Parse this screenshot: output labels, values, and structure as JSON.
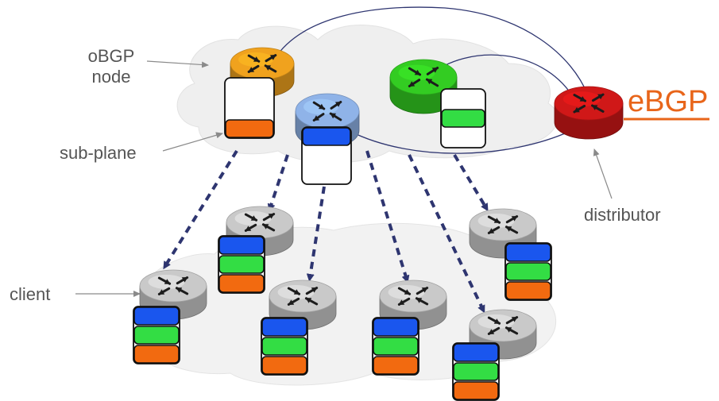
{
  "labels": {
    "obgp_line1": "oBGP",
    "obgp_line2": "node",
    "sub_plane": "sub-plane",
    "distributor": "distributor",
    "client": "client",
    "ebgp": "eBGP"
  },
  "colors": {
    "orange_router": "#f0a21e",
    "green_router": "#33cc22",
    "blue_router": "#8fb3e8",
    "red_router": "#d01818",
    "grey_router": "#c9c9c9",
    "slot_blue": "#1a56ee",
    "slot_green": "#33dd44",
    "slot_orange": "#f26a10",
    "arrow": "#2e3570",
    "ebgp_line": "#e8651a"
  },
  "icons": {
    "router": "router-icon",
    "route_table": "route-table-stack"
  },
  "route_reflectors": [
    {
      "id": "orange",
      "slots": [
        "empty",
        "empty",
        "orange"
      ]
    },
    {
      "id": "blue",
      "slots": [
        "blue",
        "empty",
        "empty"
      ]
    },
    {
      "id": "green",
      "slots": [
        "empty",
        "green",
        "empty"
      ]
    }
  ],
  "clients": [
    {
      "id": "client-1",
      "slots": [
        "blue",
        "green",
        "orange"
      ]
    },
    {
      "id": "client-2",
      "slots": [
        "blue",
        "green",
        "orange"
      ]
    },
    {
      "id": "client-3",
      "slots": [
        "blue",
        "green",
        "orange"
      ]
    },
    {
      "id": "client-4",
      "slots": [
        "blue",
        "green",
        "orange"
      ]
    },
    {
      "id": "client-5",
      "slots": [
        "blue",
        "green",
        "orange"
      ]
    },
    {
      "id": "client-6",
      "slots": [
        "blue",
        "green",
        "orange"
      ]
    }
  ]
}
